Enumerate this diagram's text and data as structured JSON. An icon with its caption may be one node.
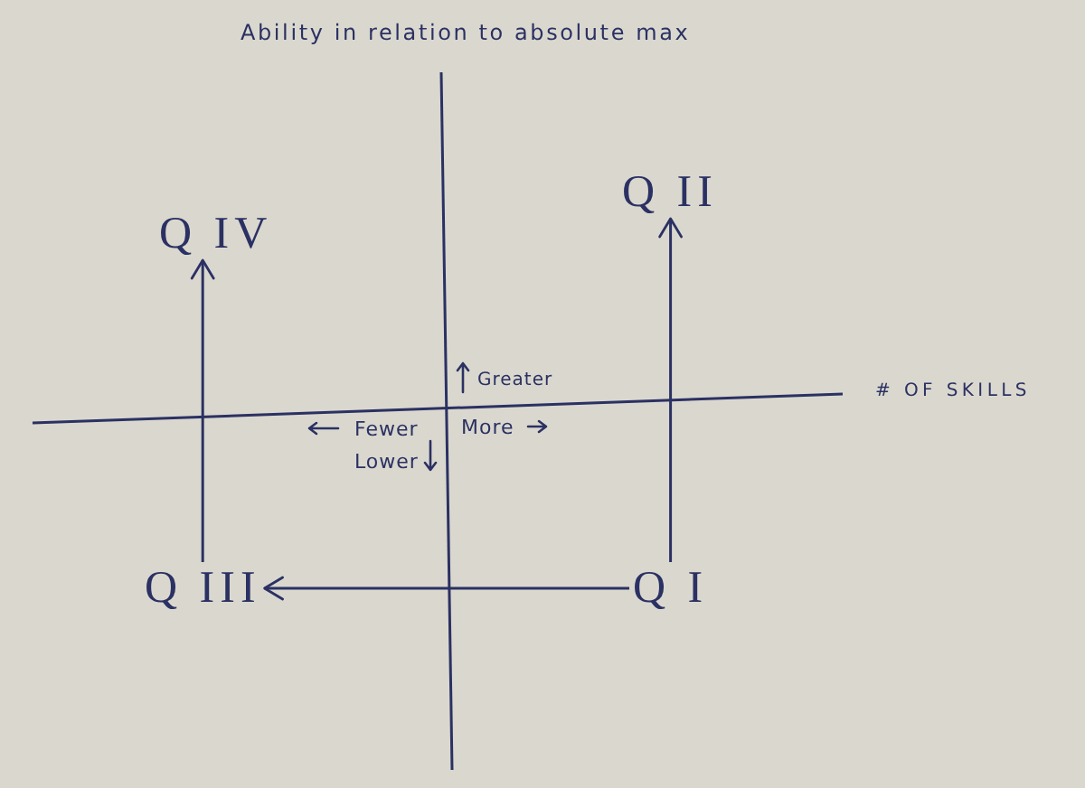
{
  "diagram": {
    "nodes": [
      {
        "text": [
          "Q IV"
        ]
      },
      {
        "text": [
          "Q II"
        ]
      },
      {
        "text": [
          "Q III"
        ]
      },
      {
        "text": [
          "Q I"
        ]
      }
    ],
    "edges": [
      {
        "from": 3,
        "to": 1,
        "arrow": "to"
      },
      {
        "from": 3,
        "to": 2,
        "arrow": "to"
      },
      {
        "from": 2,
        "to": 0,
        "arrow": "to"
      }
    ],
    "labels": [
      "Ability in relation to absolute max",
      "Greater",
      "# OF SKILLS",
      "Fewer",
      "More",
      "Lower"
    ]
  }
}
